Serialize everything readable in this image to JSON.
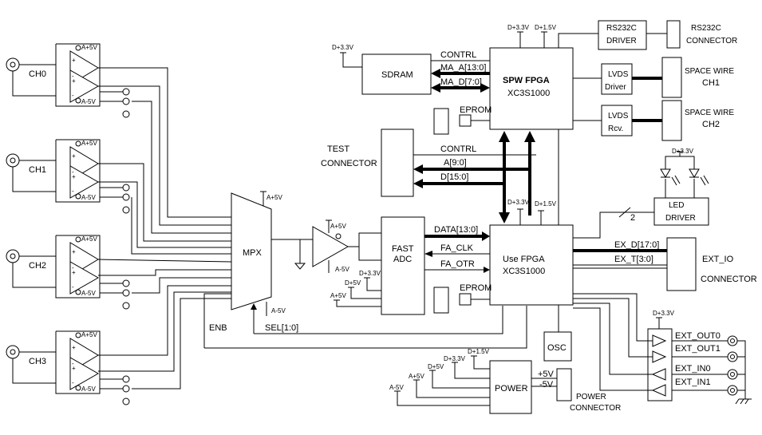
{
  "channels": [
    "CH0",
    "CH1",
    "CH2",
    "CH3"
  ],
  "amp_labels": {
    "pos": "A+5V",
    "neg": "A-5V"
  },
  "mux": {
    "label": "MPX",
    "pos": "A+5V",
    "neg": "A-5V",
    "sel": "SEL[1:0]",
    "enb": "ENB"
  },
  "buffer_amp": {
    "pos": "A+5V",
    "neg": "A-5V"
  },
  "adc": {
    "line1": "FAST",
    "line2": "ADC",
    "d33": "D+3.3V",
    "d5": "D+5V",
    "a5": "A+5V"
  },
  "signals": {
    "data": "DATA[13:0]",
    "fa_clk": "FA_CLK",
    "fa_otr": "FA_OTR",
    "contrl_test": "CONTRL",
    "addr": "A[9:0]",
    "dbus": "D[15:0]",
    "contrl_sdram": "CONTRL",
    "ma_a": "MA_A[13:0]",
    "ma_d": "MA_D[7:0]",
    "ext_d": "EX_D[17:0]",
    "ext_t": "EX_T[3:0]",
    "bus_width": "2",
    "pos5": "+5V",
    "neg5": "-5V"
  },
  "sdram": {
    "label": "SDRAM",
    "supply": "D+3.3V"
  },
  "spw_fpga": {
    "line1": "SPW FPGA",
    "line2": "XC3S1000",
    "s1": "D+3.3V",
    "s2": "D+1.5V"
  },
  "use_fpga": {
    "line1": "Use FPGA",
    "line2": "XC3S1000",
    "s1": "D+3.3V",
    "s2": "D+1.5V"
  },
  "eprom": "EPROM",
  "rs232c_driver": {
    "line1": "RS232C",
    "line2": "DRIVER"
  },
  "rs232c_connector": {
    "line1": "RS232C",
    "line2": "CONNECTOR"
  },
  "lvds_driver": {
    "line1": "LVDS",
    "line2": "Driver"
  },
  "lvds_rcv": {
    "line1": "LVDS",
    "line2": "Rcv."
  },
  "space_wire1": {
    "line1": "SPACE WIRE",
    "line2": "CH1"
  },
  "space_wire2": {
    "line1": "SPACE WIRE",
    "line2": "CH2"
  },
  "test_connector": {
    "line1": "TEST",
    "line2": "CONNECTOR"
  },
  "led_driver": {
    "line1": "LED",
    "line2": "DRIVER",
    "supply": "D+3.3V"
  },
  "ext_io": {
    "line1": "EXT_IO",
    "line2": "CONNECTOR"
  },
  "osc": "OSC",
  "power": {
    "label": "POWER",
    "a_neg": "A-5V",
    "a_pos": "A+5V",
    "d5": "D+5V",
    "d33": "D+3.3V",
    "d15": "D+1.5V"
  },
  "power_connector": {
    "line1": "POWER",
    "line2": "CONNECTOR"
  },
  "ext_ports": {
    "supply": "D+3.3V",
    "out0": "EXT_OUT0",
    "out1": "EXT_OUT1",
    "in0": "EXT_IN0",
    "in1": "EXT_IN1"
  }
}
